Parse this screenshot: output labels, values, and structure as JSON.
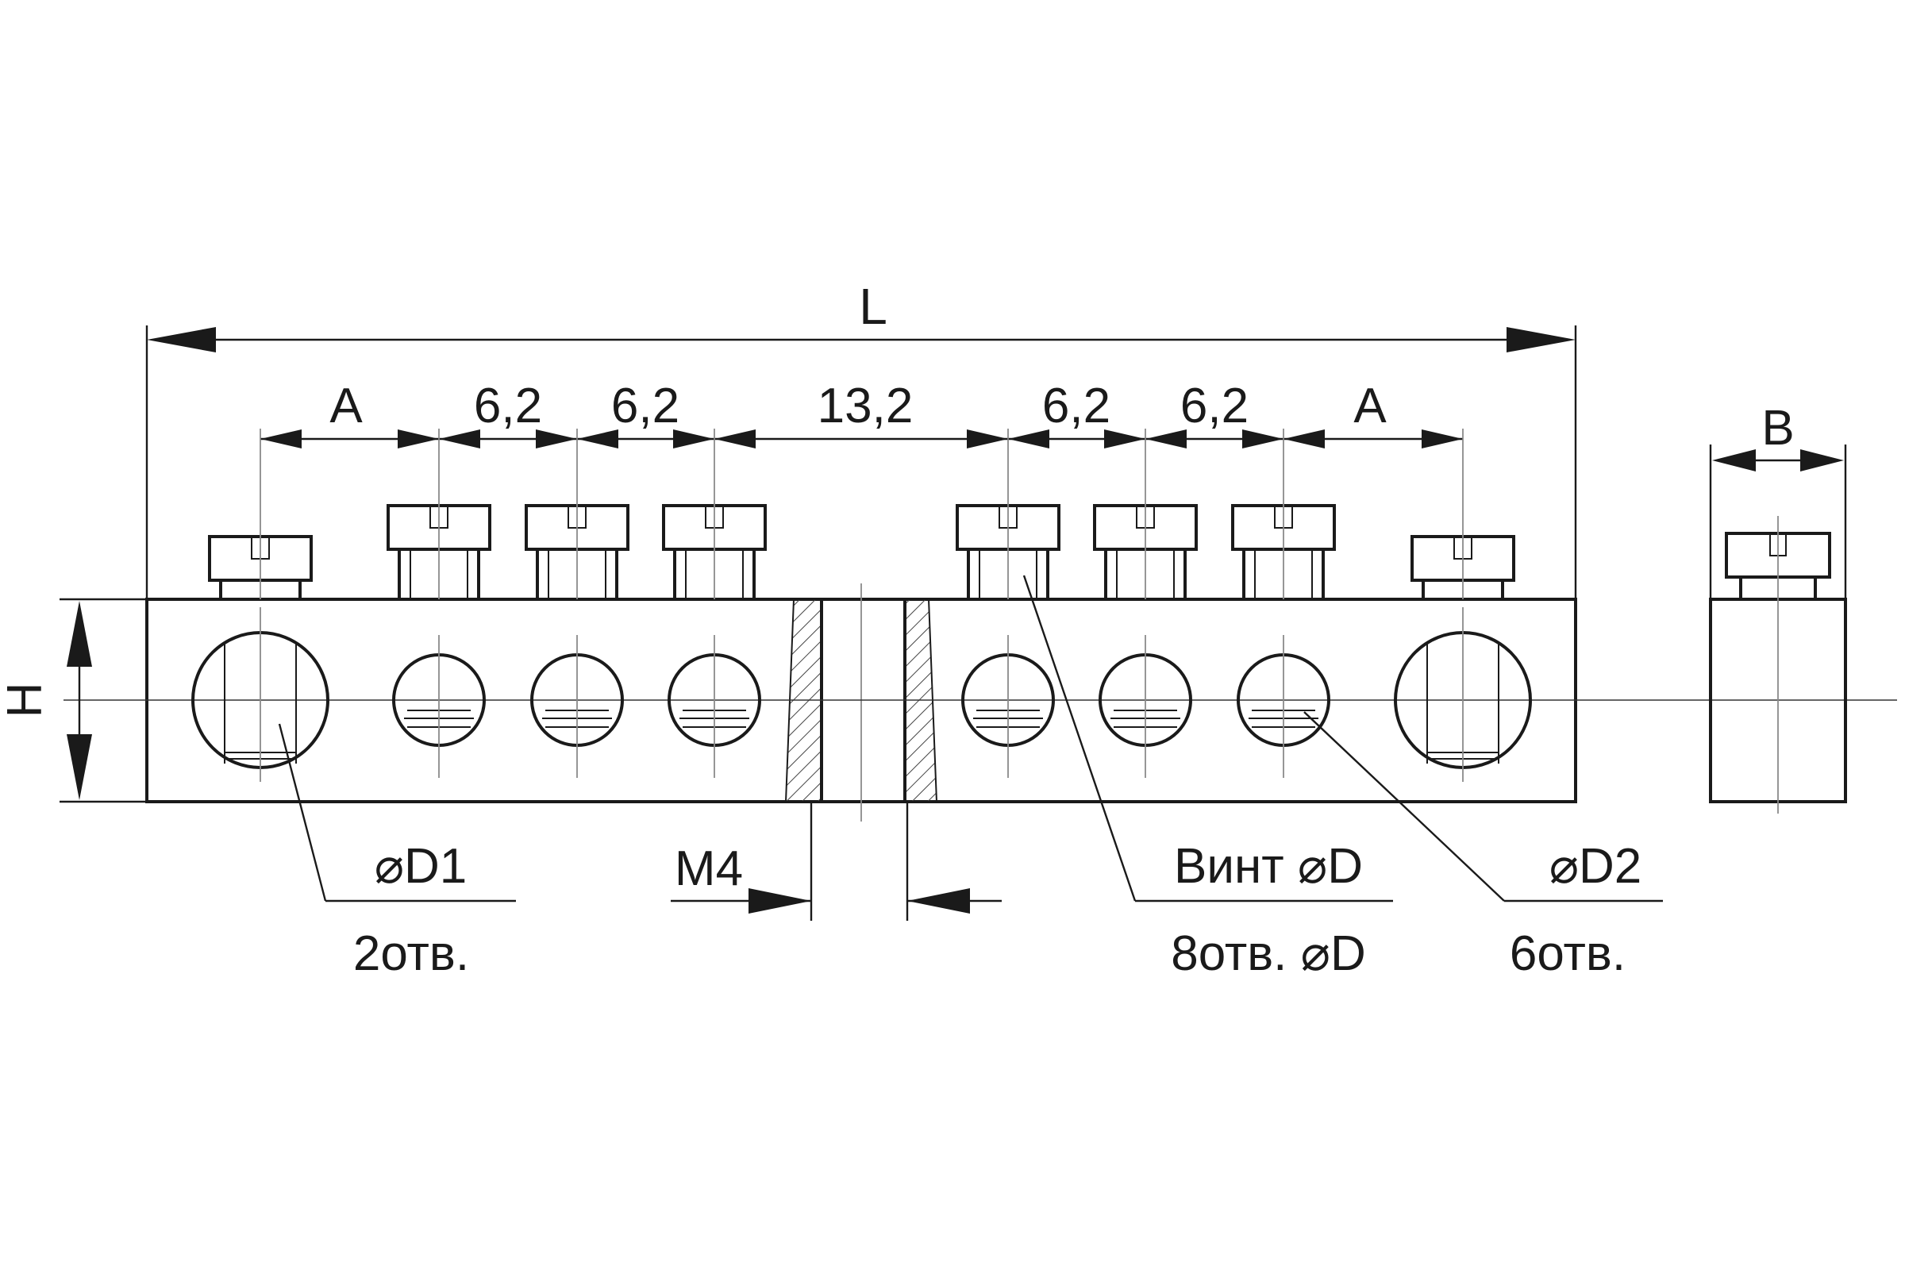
{
  "dimensions": {
    "overall_length": "L",
    "end_pitch_left": "A",
    "pitch_1": "6,2",
    "pitch_2": "6,2",
    "center_gap": "13,2",
    "pitch_3": "6,2",
    "pitch_4": "6,2",
    "end_pitch_right": "A",
    "width": "B",
    "height": "H",
    "mount_thread": "M4"
  },
  "callouts": {
    "large_hole": {
      "diameter": "⌀D1",
      "count": "2отв."
    },
    "screw": {
      "diameter": "Винт ⌀D",
      "count": "8отв. ⌀D"
    },
    "small_hole": {
      "diameter": "⌀D2",
      "count": "6отв."
    }
  }
}
